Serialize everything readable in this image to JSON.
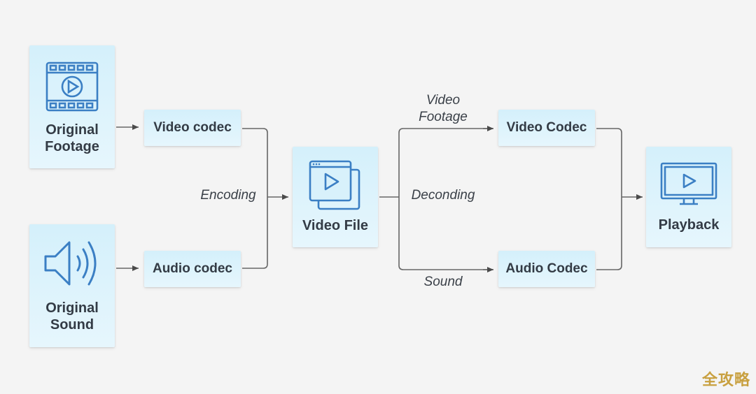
{
  "nodes": {
    "original_footage": "Original\nFootage",
    "original_sound": "Original\nSound",
    "video_codec_in": "Video codec",
    "audio_codec_in": "Audio codec",
    "video_file": "Video File",
    "video_codec_out": "Video Codec",
    "audio_codec_out": "Audio Codec",
    "playback": "Playback"
  },
  "edge_labels": {
    "encoding": "Encoding",
    "deconding": "Deconding",
    "video_footage": "Video\nFootage",
    "sound": "Sound"
  },
  "icons": {
    "footage": "film-play-icon",
    "sound": "speaker-icon",
    "file": "video-file-icon",
    "playback": "monitor-play-icon"
  },
  "colors": {
    "background": "#f4f4f4",
    "box_fill": "#d4f0fb",
    "icon_stroke": "#3b7fc4",
    "line": "#555555"
  },
  "watermark": "全攻略"
}
